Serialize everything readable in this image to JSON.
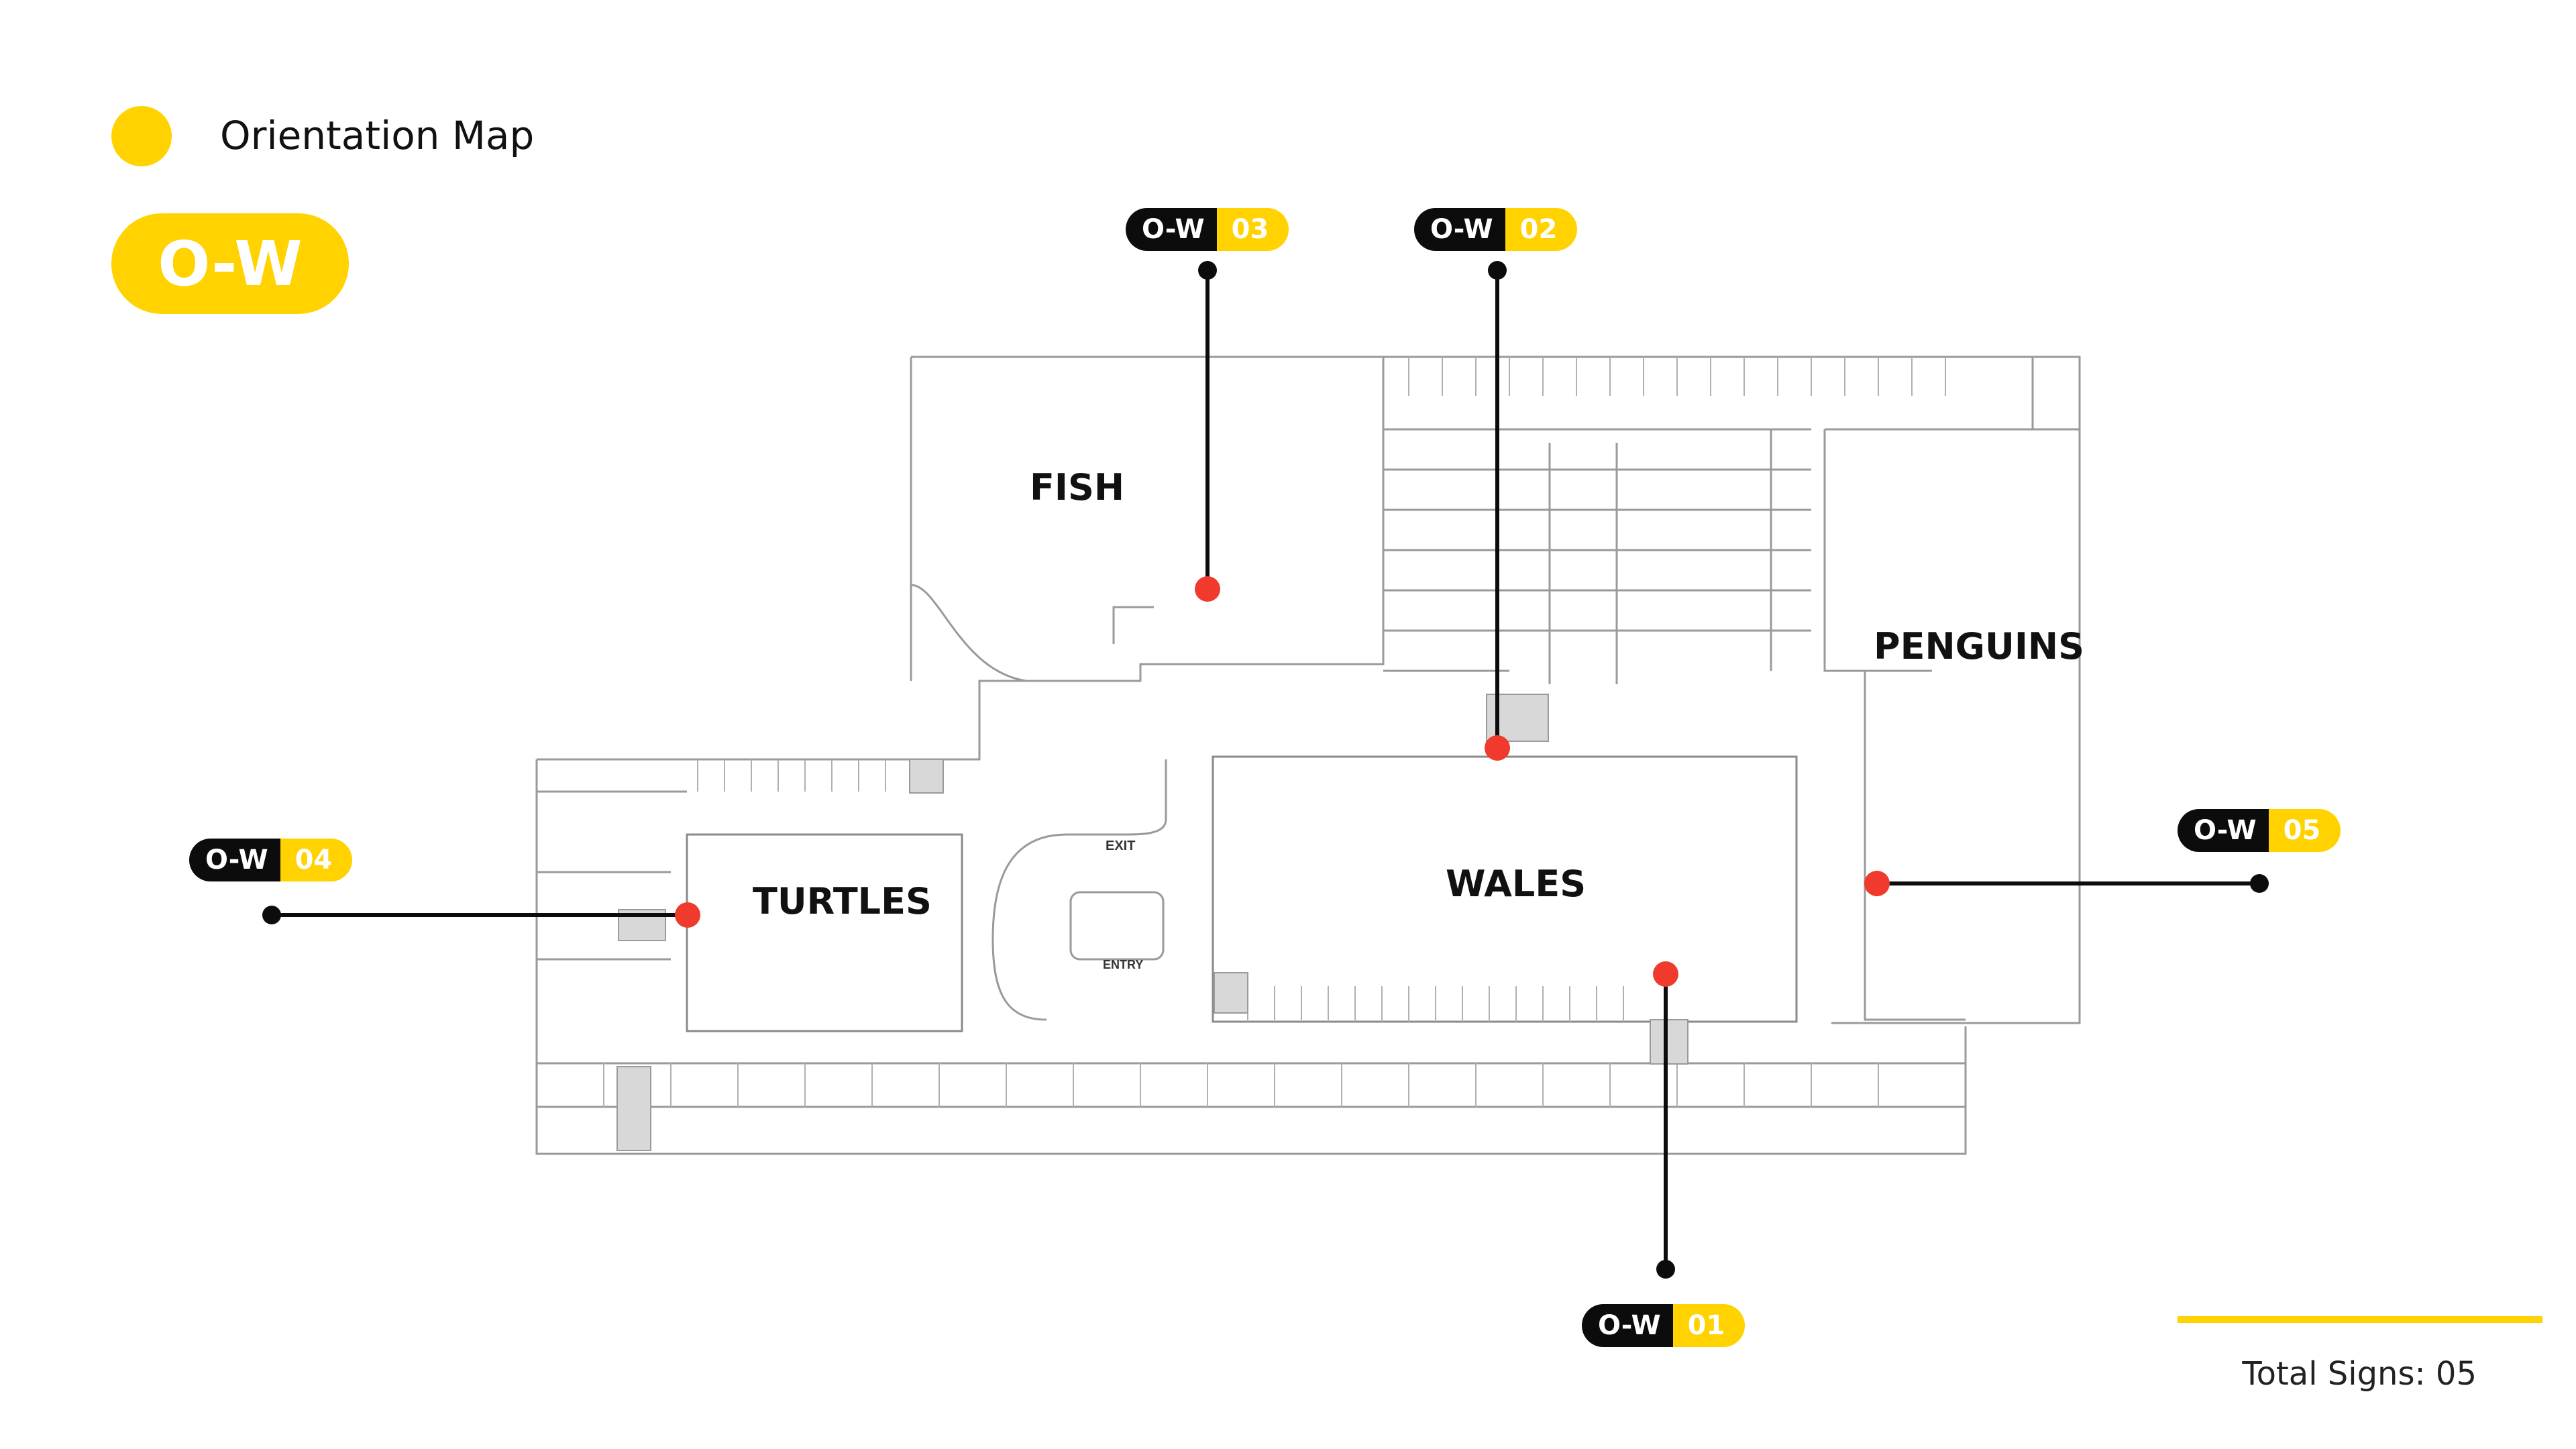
{
  "header": {
    "title": "Orientation Map",
    "code": "O-W"
  },
  "footer": {
    "total_signs": "Total Signs: 05"
  },
  "colors": {
    "accent": "#FFD200",
    "marker": "#F03A2E",
    "dark": "#0c0c0c"
  },
  "areas": [
    {
      "id": "fish",
      "label": "FISH"
    },
    {
      "id": "turtles",
      "label": "TURTLES"
    },
    {
      "id": "wales",
      "label": "WALES"
    },
    {
      "id": "penguins",
      "label": "PENGUINS"
    }
  ],
  "map_labels": {
    "exit": "EXIT",
    "entry": "ENTRY"
  },
  "signs": [
    {
      "prefix": "O-W",
      "number": "01"
    },
    {
      "prefix": "O-W",
      "number": "02"
    },
    {
      "prefix": "O-W",
      "number": "03"
    },
    {
      "prefix": "O-W",
      "number": "04"
    },
    {
      "prefix": "O-W",
      "number": "05"
    }
  ]
}
